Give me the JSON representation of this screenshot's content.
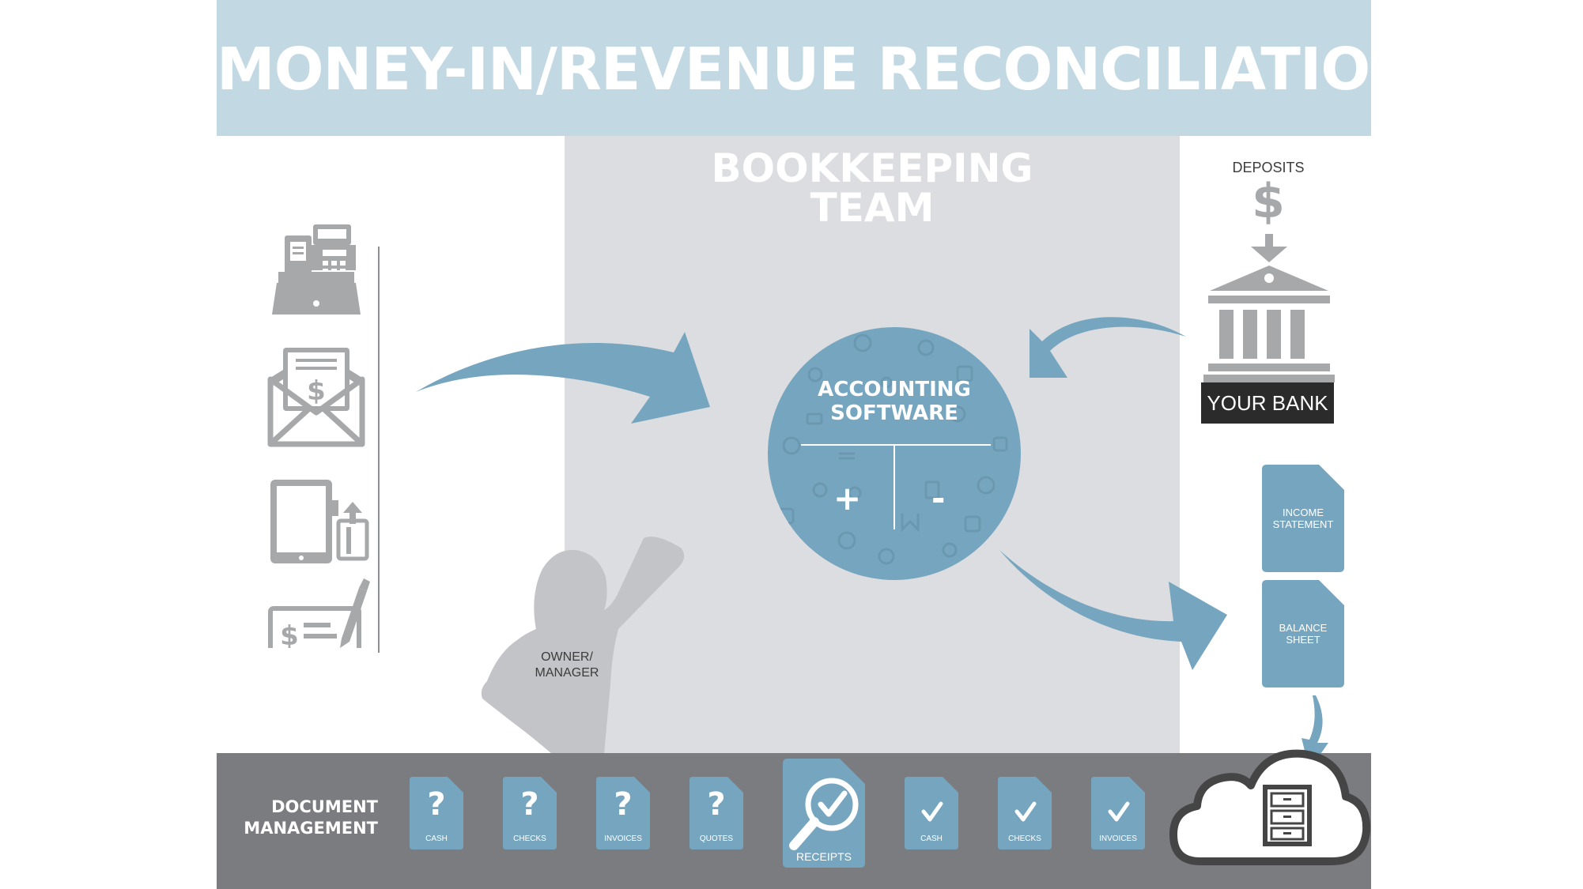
{
  "title": "MONEY-IN/REVENUE RECONCILIATION",
  "team": {
    "line1": "BOOKKEEPING",
    "line2": "TEAM"
  },
  "software": {
    "line1": "ACCOUNTING",
    "line2": "SOFTWARE",
    "plus": "+",
    "minus": "-"
  },
  "owner": {
    "line1": "OWNER/",
    "line2": "MANAGER"
  },
  "bank": {
    "deposits": "DEPOSITS",
    "dollar": "$",
    "label": "YOUR BANK"
  },
  "reports": [
    {
      "line1": "INCOME",
      "line2": "STATEMENT"
    },
    {
      "line1": "BALANCE",
      "line2": "SHEET"
    }
  ],
  "document_management": {
    "line1": "DOCUMENT",
    "line2": "MANAGEMENT",
    "unreconciled": [
      "CASH",
      "CHECKS",
      "INVOICES",
      "QUOTES"
    ],
    "unreconciled_mark": "?",
    "receipts": "RECEIPTS",
    "reconciled": [
      "CASH",
      "CHECKS",
      "INVOICES"
    ]
  },
  "icons": {
    "income_sources": [
      "cash-register-icon",
      "mail-payment-icon",
      "card-reader-icon",
      "check-icon"
    ],
    "bank": "bank-building-icon",
    "search": "magnifier-check-icon",
    "storage": "cloud-file-cabinet-icon"
  },
  "colors": {
    "title_band": "#c2d9e4",
    "accent_blue": "#76a6bf",
    "icon_gray": "#a7a8aa",
    "panel_gray": "#dcdde0",
    "doc_bar": "#7b7c80"
  }
}
